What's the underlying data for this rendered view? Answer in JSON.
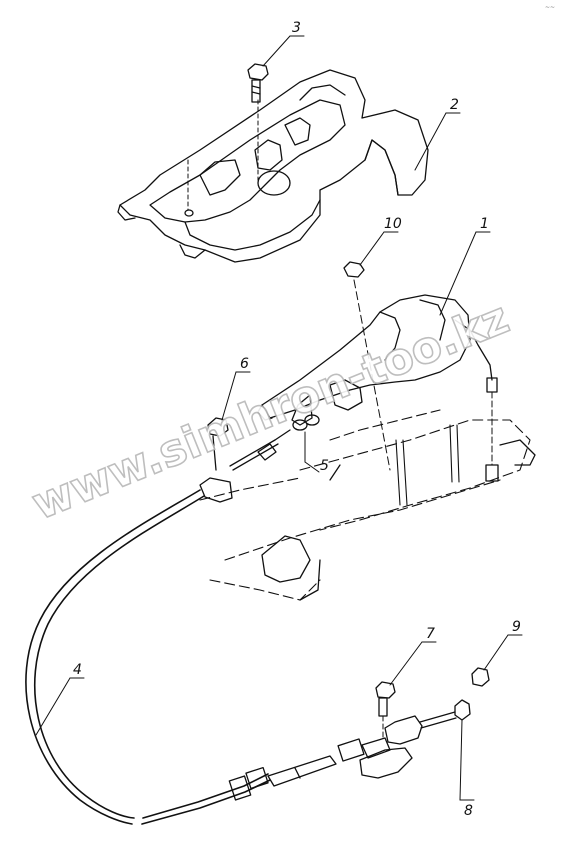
{
  "diagram": {
    "corner_note": "~~",
    "watermark": "www.simhron-too.kz",
    "callouts": [
      {
        "id": "1",
        "label": "1"
      },
      {
        "id": "2",
        "label": "2"
      },
      {
        "id": "3",
        "label": "3"
      },
      {
        "id": "4",
        "label": "4"
      },
      {
        "id": "5",
        "label": "5"
      },
      {
        "id": "6",
        "label": "6"
      },
      {
        "id": "7",
        "label": "7"
      },
      {
        "id": "8",
        "label": "8"
      },
      {
        "id": "9",
        "label": "9"
      },
      {
        "id": "10",
        "label": "10"
      }
    ]
  }
}
